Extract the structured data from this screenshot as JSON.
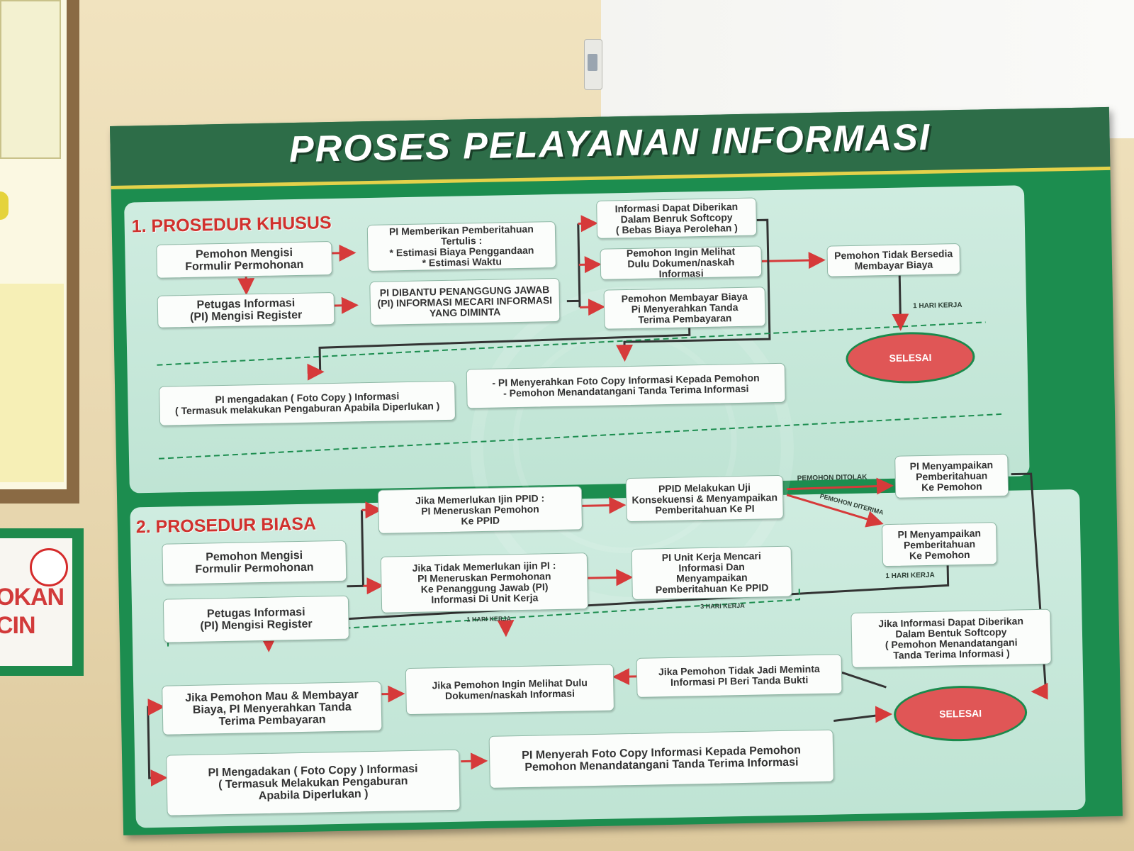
{
  "board": {
    "title": "PROSES PELAYANAN INFORMASI",
    "colors": {
      "board_green": "#1c8d4f",
      "title_band": "#2d6d48",
      "heading_red": "#d0312d",
      "oval_red": "#e05656",
      "arrow_red": "#d63a3a"
    }
  },
  "khusus": {
    "heading": "1. PROSEDUR KHUSUS",
    "n1": "Pemohon Mengisi\nFormulir Permohonan",
    "n2": "Petugas Informasi\n(PI) Mengisi Register",
    "n3": "PI Memberikan Pemberitahuan\nTertulis :\n* Estimasi Biaya Penggandaan\n* Estimasi Waktu",
    "n4": "PI DIBANTU PENANGGUNG JAWAB\n(PI) INFORMASI MECARI INFORMASI\nYANG DIMINTA",
    "n5": "Informasi Dapat Diberikan\nDalam Benruk Softcopy\n( Bebas Biaya Perolehan )",
    "n6": "Pemohon Ingin Melihat\nDulu Dokumen/naskah Informasi",
    "n7": "Pemohon Membayar Biaya\nPi Menyerahkan Tanda\nTerima Pembayaran",
    "n8": "Pemohon Tidak Bersedia\nMembayar Biaya",
    "n9": "PI mengadakan ( Foto Copy ) Informasi\n( Termasuk melakukan Pengaburan Apabila Diperlukan )",
    "n10": "- PI Menyerahkan Foto Copy Informasi Kepada Pemohon\n- Pemohon Menandatangani Tanda Terima Informasi",
    "end": "SELESAI",
    "tag_hari": "1 HARI KERJA"
  },
  "biasa": {
    "heading": "2. PROSEDUR BIASA",
    "n1": "Pemohon Mengisi\nFormulir Permohonan",
    "n2": "Petugas Informasi\n(PI) Mengisi Register",
    "n3": "Jika Memerlukan Ijin PPID :\nPI Meneruskan Pemohon\nKe PPID",
    "n4": "Jika Tidak Memerlukan ijin PI :\nPI Meneruskan Permohonan\nKe Penanggung Jawab (PI)\nInformasi Di Unit Kerja",
    "n5": "PPID Melakukan Uji\nKonsekuensi & Menyampaikan\nPemberitahuan Ke PI",
    "n6": "PI Unit Kerja Mencari\nInformasi Dan\nMenyampaikan\nPemberitahuan Ke PPID",
    "n7": "PI Menyampaikan\nPemberitahuan\nKe Pemohon",
    "n8": "PI Menyampaikan\nPemberitahuan\nKe Pemohon",
    "n9": "Jika Informasi Dapat Diberikan\nDalam Bentuk Softcopy\n( Pemohon Menandatangani\nTanda Terima Informasi )",
    "n10": "Jika Pemohon Mau & Membayar\nBiaya, PI Menyerahkan Tanda\nTerima Pembayaran",
    "n11": "Jika Pemohon Ingin Melihat Dulu\nDokumen/naskah Informasi",
    "n12": "Jika Pemohon Tidak Jadi Meminta\nInformasi PI Beri Tanda Bukti",
    "n13": "PI Mengadakan ( Foto Copy ) Informasi\n( Termasuk Melakukan Pengaburan\nApabila Diperlukan )",
    "n14": "PI Menyerah Foto Copy Informasi Kepada Pemohon\nPemohon Menandatangani Tanda Terima Informasi",
    "end": "SELESAI",
    "tag_ditolak": "PEMOHON DITOLAK",
    "tag_diterima": "PEMOHON DITERIMA",
    "tag_hari1": "1 HARI KERJA",
    "tag_hari1b": "1 HARI KERJA",
    "tag_hari3": "3 HARI KERJA"
  },
  "surroundings": {
    "left_sign_text_1": "OKAN",
    "left_sign_text_2": "CIN"
  }
}
